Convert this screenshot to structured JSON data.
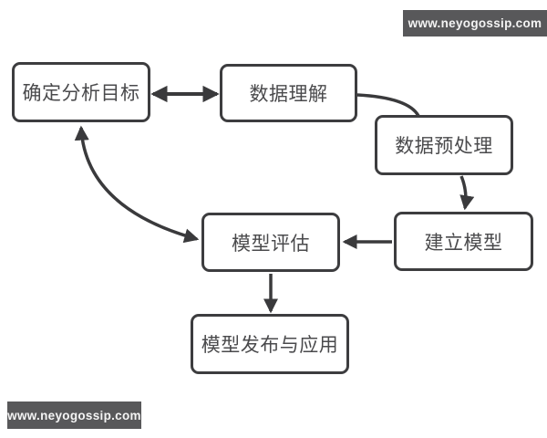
{
  "watermark": {
    "text": "www.neyogossip.com",
    "background_color": "#58585a",
    "text_color": "#f4f4f4"
  },
  "diagram": {
    "title": "data-mining process flowchart",
    "colors": {
      "node_border": "#3d3d3f",
      "node_fill": "#ffffff",
      "node_text": "#4a4a4c",
      "arrow": "#3a3a3c",
      "background": "#ffffff"
    },
    "nodes": [
      {
        "id": "define-goal",
        "label": "确定分析目标"
      },
      {
        "id": "data-understanding",
        "label": "数据理解"
      },
      {
        "id": "data-preprocessing",
        "label": "数据预处理"
      },
      {
        "id": "build-model",
        "label": "建立模型"
      },
      {
        "id": "model-evaluation",
        "label": "模型评估"
      },
      {
        "id": "model-deployment",
        "label": "模型发布与应用"
      }
    ],
    "edges": [
      {
        "from": "define-goal",
        "to": "data-understanding",
        "arrows": "both"
      },
      {
        "from": "data-understanding",
        "to": "data-preprocessing",
        "arrows": "none"
      },
      {
        "from": "data-preprocessing",
        "to": "build-model",
        "arrows": "forward"
      },
      {
        "from": "build-model",
        "to": "model-evaluation",
        "arrows": "forward"
      },
      {
        "from": "model-evaluation",
        "to": "model-deployment",
        "arrows": "forward"
      },
      {
        "from": "define-goal",
        "to": "model-evaluation",
        "arrows": "both"
      }
    ]
  }
}
